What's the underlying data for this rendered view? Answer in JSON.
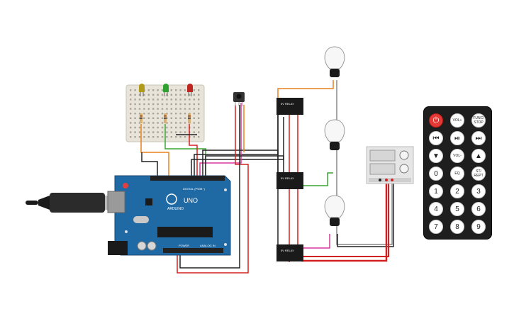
{
  "arduino": {
    "brand_text": "ARDUINO",
    "model_text": "UNO",
    "digital_label": "DIGITAL (PWM~)",
    "power_label": "POWER",
    "analog_label": "ANALOG IN",
    "board_color": "#1f6aa5",
    "usb_color": "#6b6b6b"
  },
  "breadboard": {
    "color": "#e8e4da"
  },
  "leds": [
    {
      "color": "#b09a1a"
    },
    {
      "color": "#2fa12f"
    },
    {
      "color": "#c0241f"
    }
  ],
  "relay_label": "5V RELAY",
  "power_supply": {
    "color": "#e6e6e6"
  },
  "remote": {
    "buttons": [
      {
        "label": "⏻",
        "kind": "power"
      },
      {
        "label": "VOL+",
        "kind": "small"
      },
      {
        "label": "FUNC/ STOP",
        "kind": "small"
      },
      {
        "label": "⏮",
        "kind": "normal"
      },
      {
        "label": "⏯",
        "kind": "normal"
      },
      {
        "label": "⏭",
        "kind": "normal"
      },
      {
        "label": "▼",
        "kind": "normal"
      },
      {
        "label": "VOL-",
        "kind": "small"
      },
      {
        "label": "▲",
        "kind": "normal"
      },
      {
        "label": "0",
        "kind": "normal"
      },
      {
        "label": "EQ",
        "kind": "small"
      },
      {
        "label": "ST/ REPT",
        "kind": "small"
      },
      {
        "label": "1",
        "kind": "normal"
      },
      {
        "label": "2",
        "kind": "normal"
      },
      {
        "label": "3",
        "kind": "normal"
      },
      {
        "label": "4",
        "kind": "normal"
      },
      {
        "label": "5",
        "kind": "normal"
      },
      {
        "label": "6",
        "kind": "normal"
      },
      {
        "label": "7",
        "kind": "normal"
      },
      {
        "label": "8",
        "kind": "normal"
      },
      {
        "label": "9",
        "kind": "normal"
      }
    ]
  },
  "wire_colors": {
    "black": "#222222",
    "red": "#d32020",
    "orange": "#e8821e",
    "green": "#3aa635",
    "magenta": "#d6389b",
    "gray": "#888888"
  }
}
